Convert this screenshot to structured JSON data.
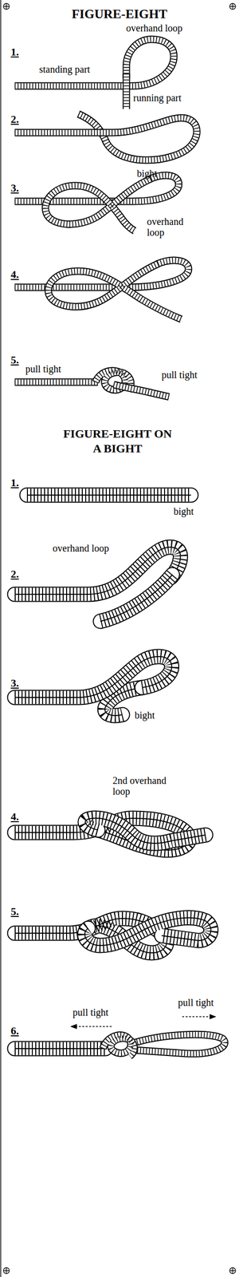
{
  "diagram": {
    "title": "FIGURE-EIGHT",
    "labels": [
      "overhand loop",
      "1.",
      "standing part",
      "running part",
      "2.",
      "bight",
      "3.",
      "overhand loop",
      "4.",
      "5.",
      "pull tight",
      "pull tight",
      "FIGURE-EIGHT ON A BIGHT",
      "1.",
      "bight",
      "2.",
      "overhand loop",
      "3.",
      "bight",
      "2nd overhand loop",
      "4.",
      "5.",
      "6.",
      "pull tight",
      "pull tight"
    ]
  }
}
